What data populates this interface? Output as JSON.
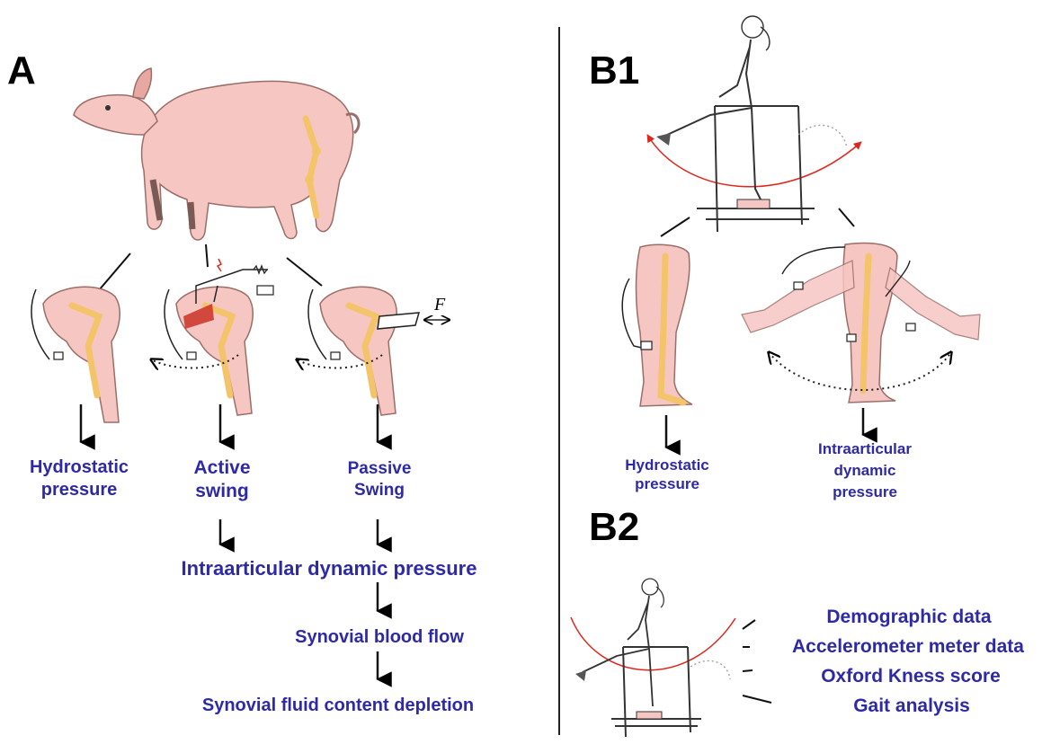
{
  "panels": {
    "a": "A",
    "b1": "B1",
    "b2": "B2"
  },
  "colors": {
    "label_text": "#2e2aa6",
    "skin": "#f6c6c2",
    "bone": "#f3c46a",
    "arc": "#e0261b",
    "muscle": "#c8281e"
  },
  "icons": [
    "pig-illustration",
    "pig-hindlimb-icon",
    "human-leg-icon",
    "girl-on-swing-frame-icon",
    "arrow-down-icon"
  ],
  "panel_a": {
    "hydrostatic": [
      "Hydrostatic",
      "pressure"
    ],
    "active": [
      "Active",
      "swing"
    ],
    "passive": [
      "Passive",
      "Swing"
    ],
    "flow": [
      "Intraarticular dynamic pressure",
      "Synovial blood flow",
      "Synovial fluid content  depletion"
    ],
    "force_label": "F"
  },
  "panel_b1": {
    "hydrostatic": [
      "Hydrostatic",
      "pressure"
    ],
    "dynamic": [
      "Intraarticular",
      "dynamic",
      "pressure"
    ]
  },
  "panel_b2": {
    "items": [
      "Demographic data",
      "Accelerometer meter data",
      "Oxford Kness score",
      "Gait analysis"
    ]
  }
}
